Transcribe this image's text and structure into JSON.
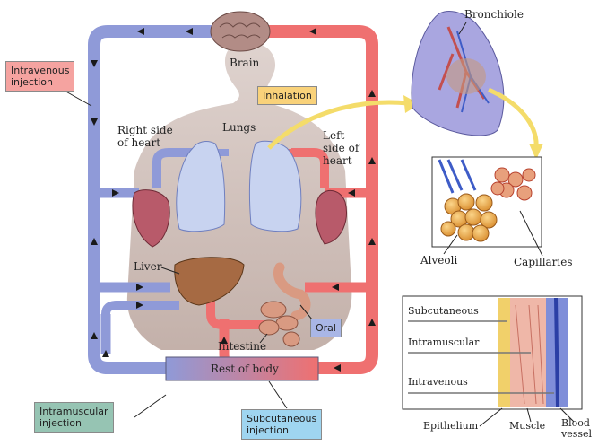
{
  "labels": {
    "brain": "Brain",
    "inhalation": "Inhalation",
    "lungs": "Lungs",
    "right_heart": [
      "Right side",
      "of heart"
    ],
    "left_heart": [
      "Left",
      "side of",
      "heart"
    ],
    "liver": "Liver",
    "oral": "Oral",
    "intestine": "Intestine",
    "rest_of_body": "Rest of body",
    "intravenous_injection": [
      "Intravenous",
      "injection"
    ],
    "intramuscular_injection": [
      "Intramuscular",
      "injection"
    ],
    "subcutaneous_injection": [
      "Subcutaneous",
      "injection"
    ],
    "bronchiole": "Bronchiole",
    "alveoli": "Alveoli",
    "capillaries": "Capillaries",
    "inset_subcutaneous": "Subcutaneous",
    "inset_intramuscular": "Intramuscular",
    "inset_intravenous": "Intravenous",
    "epithelium": "Epithelium",
    "muscle": "Muscle",
    "blood_vessel": [
      "Blood",
      "vessel"
    ]
  },
  "colors": {
    "venous": "#8f9ad8",
    "arterial": "#ef7070",
    "body": "#c9b5ae",
    "organ_lung": "#c8d3f0",
    "heart": "#b85a6a",
    "liver": "#a66a43",
    "intestine": "#d99a82",
    "arrow_yellow": "#f4dc6a"
  }
}
